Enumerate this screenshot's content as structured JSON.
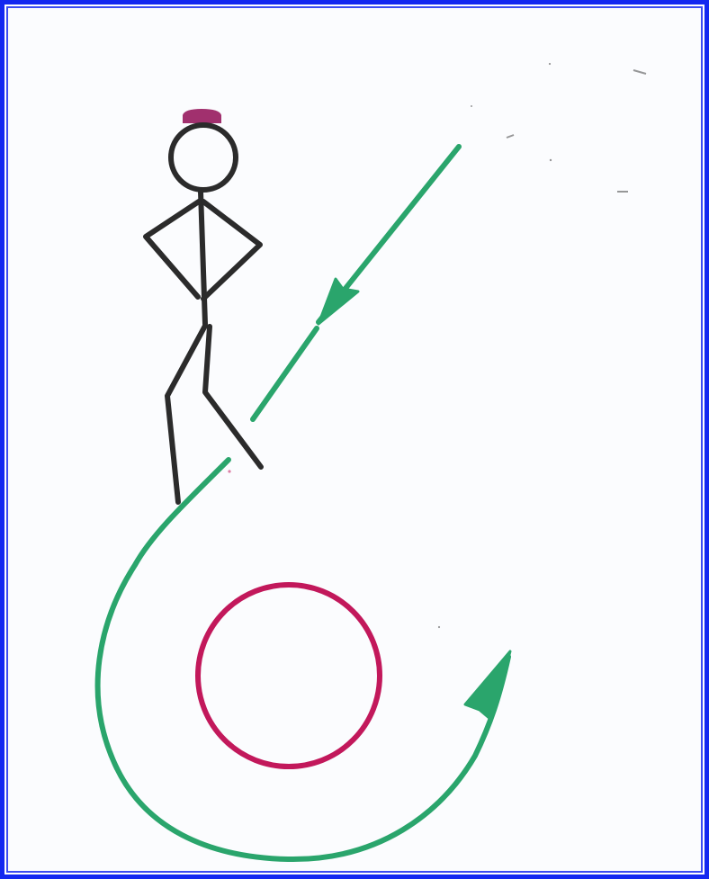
{
  "drawing": {
    "colors": {
      "frame": "#1328f0",
      "paper": "#fbfcfe",
      "figure": "#2b2b2b",
      "cap": "#a1306e",
      "path": "#2aa56c",
      "target_circle": "#c2185b"
    },
    "elements": [
      "stick-figure",
      "cap",
      "approach-arrow",
      "curved-arrow",
      "target-circle"
    ]
  }
}
